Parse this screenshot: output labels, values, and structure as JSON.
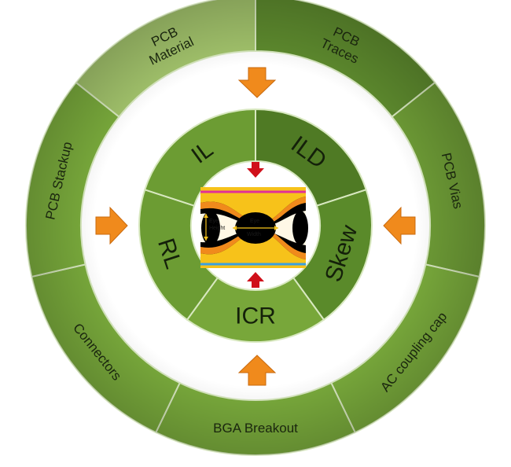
{
  "outer_ring": {
    "segments": [
      {
        "lines": [
          "PCB",
          "Traces"
        ],
        "fill": "#5e8b2e"
      },
      {
        "lines": [
          "PCB Vias"
        ],
        "fill": "#6e9c36"
      },
      {
        "lines": [
          "AC coupling cap"
        ],
        "fill": "#7aab3c"
      },
      {
        "lines": [
          "BGA Breakout"
        ],
        "fill": "#7aab3c"
      },
      {
        "lines": [
          "Connectors"
        ],
        "fill": "#7aab3c"
      },
      {
        "lines": [
          "PCB Stackup"
        ],
        "fill": "#7aab3c"
      },
      {
        "lines": [
          "PCB",
          "Material"
        ],
        "fill": "#a3c46c"
      }
    ]
  },
  "inner_ring": {
    "segments": [
      {
        "label": "ILD",
        "fill": "#4f7a24"
      },
      {
        "label": "Skew",
        "fill": "#5a8a2a"
      },
      {
        "label": "ICR",
        "fill": "#78a73a"
      },
      {
        "label": "RL",
        "fill": "#6c9c33"
      },
      {
        "label": "IL",
        "fill": "#6c9c33"
      }
    ]
  },
  "eye_diagram": {
    "height_label": [
      "Eye",
      "Height"
    ],
    "width_label": [
      "Eye",
      "Width"
    ]
  },
  "colors": {
    "arrow_orange": "#f08a1c",
    "arrow_red": "#d0101a",
    "divider": "#d8e8c0"
  }
}
